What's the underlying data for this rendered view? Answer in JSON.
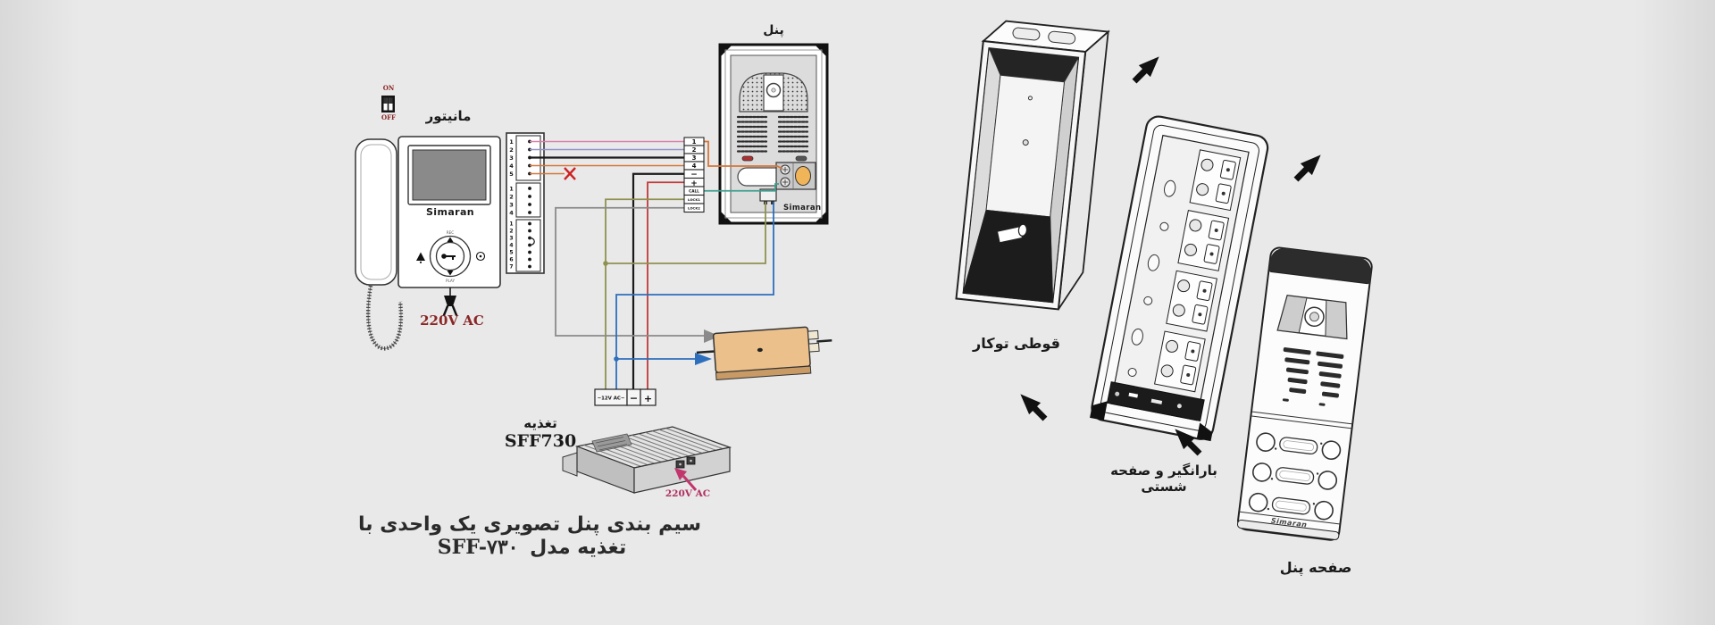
{
  "diagram": {
    "monitor": {
      "label": "مانیتور",
      "brand": "Simaran",
      "power_label": "220V AC",
      "switch_on": "ON",
      "switch_off": "OFF",
      "dial_top": "REC",
      "dial_bottom": "PLAY",
      "terminals_group1": [
        "1",
        "2",
        "3",
        "4",
        "5"
      ],
      "terminals_group2": [
        "1",
        "2",
        "3",
        "4"
      ],
      "terminals_group3": [
        "1",
        "2",
        "3",
        "4",
        "5",
        "6",
        "7"
      ]
    },
    "junction": {
      "terminals": [
        "1",
        "2",
        "3",
        "4",
        "−",
        "+",
        "CALL",
        "LOCK1",
        "LOCK2"
      ]
    },
    "panel": {
      "label": "پنل",
      "brand": "Simaran"
    },
    "psu": {
      "label_fa": "تغذیه",
      "label_model": "SFF730",
      "terminals": [
        "~12V AC~",
        "−",
        "+"
      ],
      "power_label": "220V AC"
    },
    "caption_fa": "سیم بندی پنل تصویری یک واحدی با تغذیه مدل",
    "caption_model": "SFF-۷۳۰"
  },
  "exploded": {
    "flush_box_label": "قوطی توکار",
    "rain_shield_label": "بارانگیر و صفحه شستی",
    "front_panel_label": "صفحه پنل",
    "panel_brand": "Simaran"
  },
  "colors": {
    "wire_pink": "#d981ae",
    "wire_purple": "#9394c9",
    "wire_black": "#1a1a1a",
    "wire_orange": "#d4763b",
    "wire_red": "#c03a3a",
    "wire_teal": "#3f9e8f",
    "wire_olive": "#8f9150",
    "wire_blue": "#2e6fbd",
    "wire_gray": "#8a8a8a",
    "x_mark": "#cc2222",
    "lock_body": "#ecc08b",
    "panel_button": "#f0b558"
  }
}
